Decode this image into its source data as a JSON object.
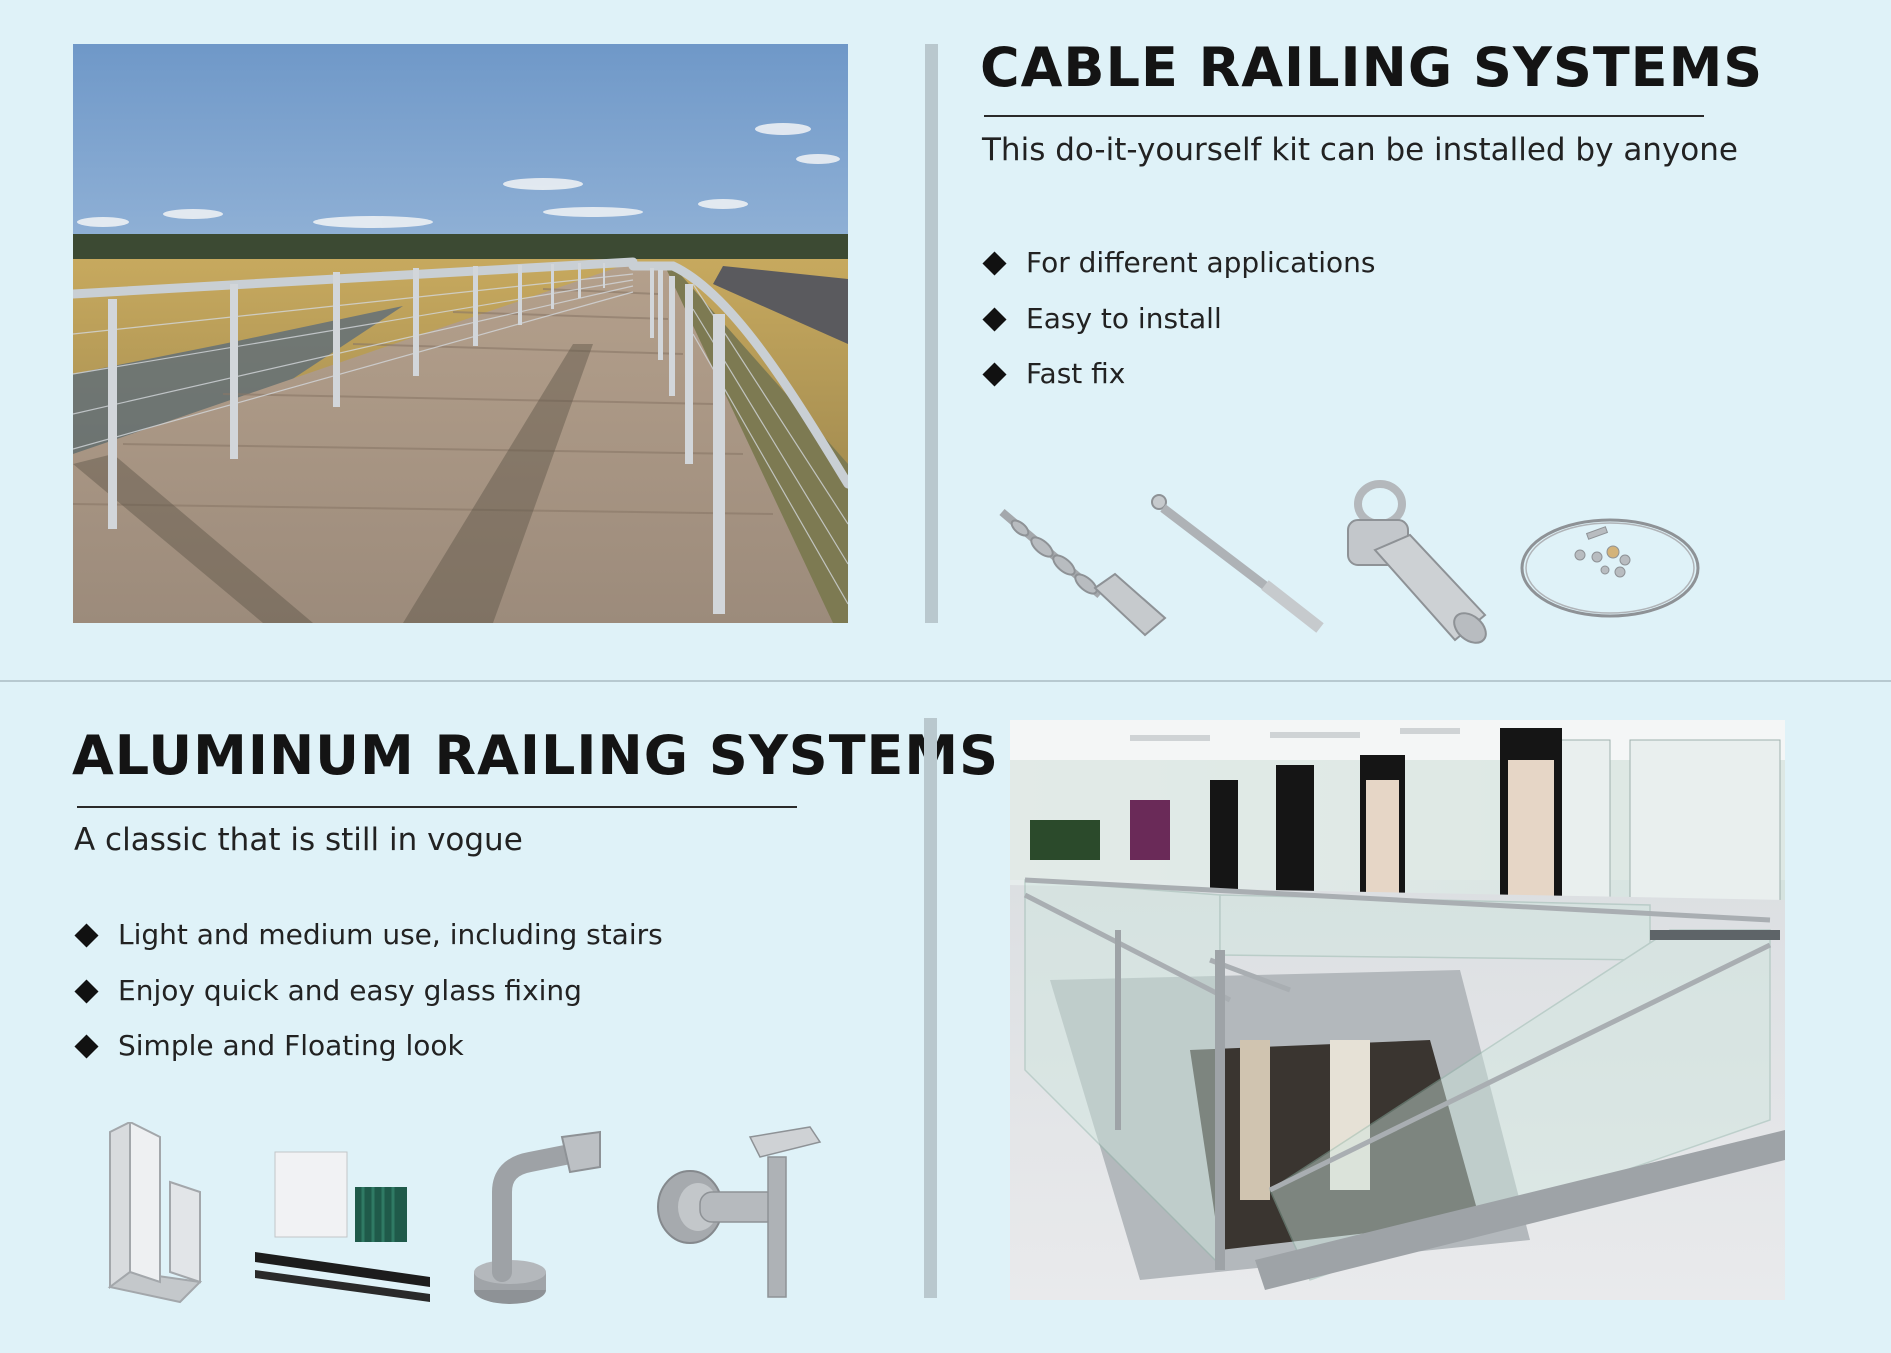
{
  "cable": {
    "title": "CABLE RAILING SYSTEMS",
    "subtitle": "This do-it-yourself kit can be installed by anyone",
    "features": [
      "For different applications",
      "Easy to install",
      "Fast fix"
    ],
    "photo_icon": "boardwalk-cable-railing-photo",
    "parts_icons": [
      "screw-terminal-icon",
      "turnbuckle-icon",
      "swivel-tensioner-icon",
      "cable-kit-icon"
    ]
  },
  "aluminum": {
    "title": "ALUMINUM RAILING SYSTEMS",
    "subtitle": "A classic that is still in vogue",
    "features": [
      "Light and medium use, including stairs",
      "Enjoy quick and easy glass fixing",
      "Simple and Floating look"
    ],
    "photo_icon": "glass-staircase-railing-photo",
    "parts_icons": [
      "u-channel-profile-icon",
      "glazing-gasket-icon",
      "handrail-bracket-icon",
      "glass-handrail-bracket-icon"
    ]
  },
  "colors": {
    "background": "#dff2f8",
    "divider": "#b9c8ce",
    "title_text": "#141414",
    "body_text": "#222222"
  }
}
